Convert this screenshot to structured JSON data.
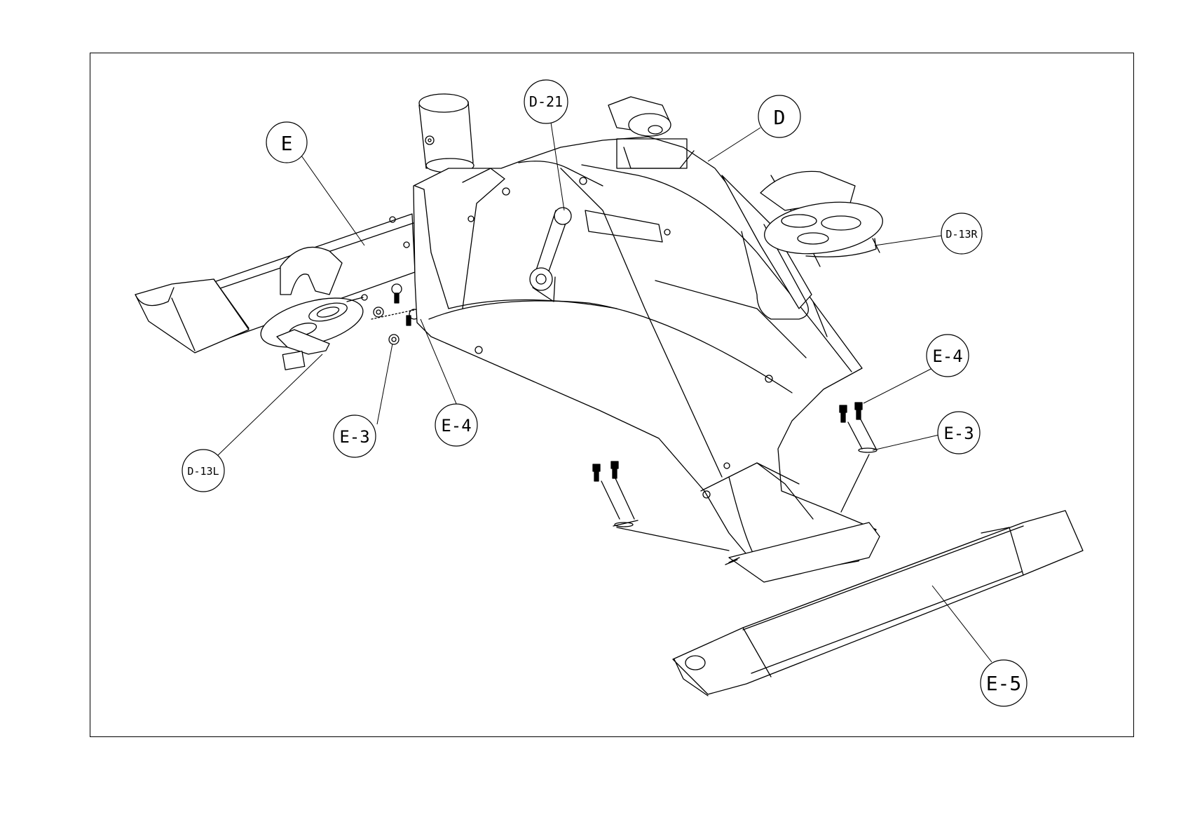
{
  "callouts": {
    "E": "E",
    "D21": "D-21",
    "D": "D",
    "D13R": "D-13R",
    "D13L": "D-13L",
    "E3_left": "E-3",
    "E4_left": "E-4",
    "E4_right": "E-4",
    "E3_right": "E-3",
    "E5": "E-5"
  },
  "colors": {
    "line": "#000000",
    "background": "#ffffff"
  }
}
